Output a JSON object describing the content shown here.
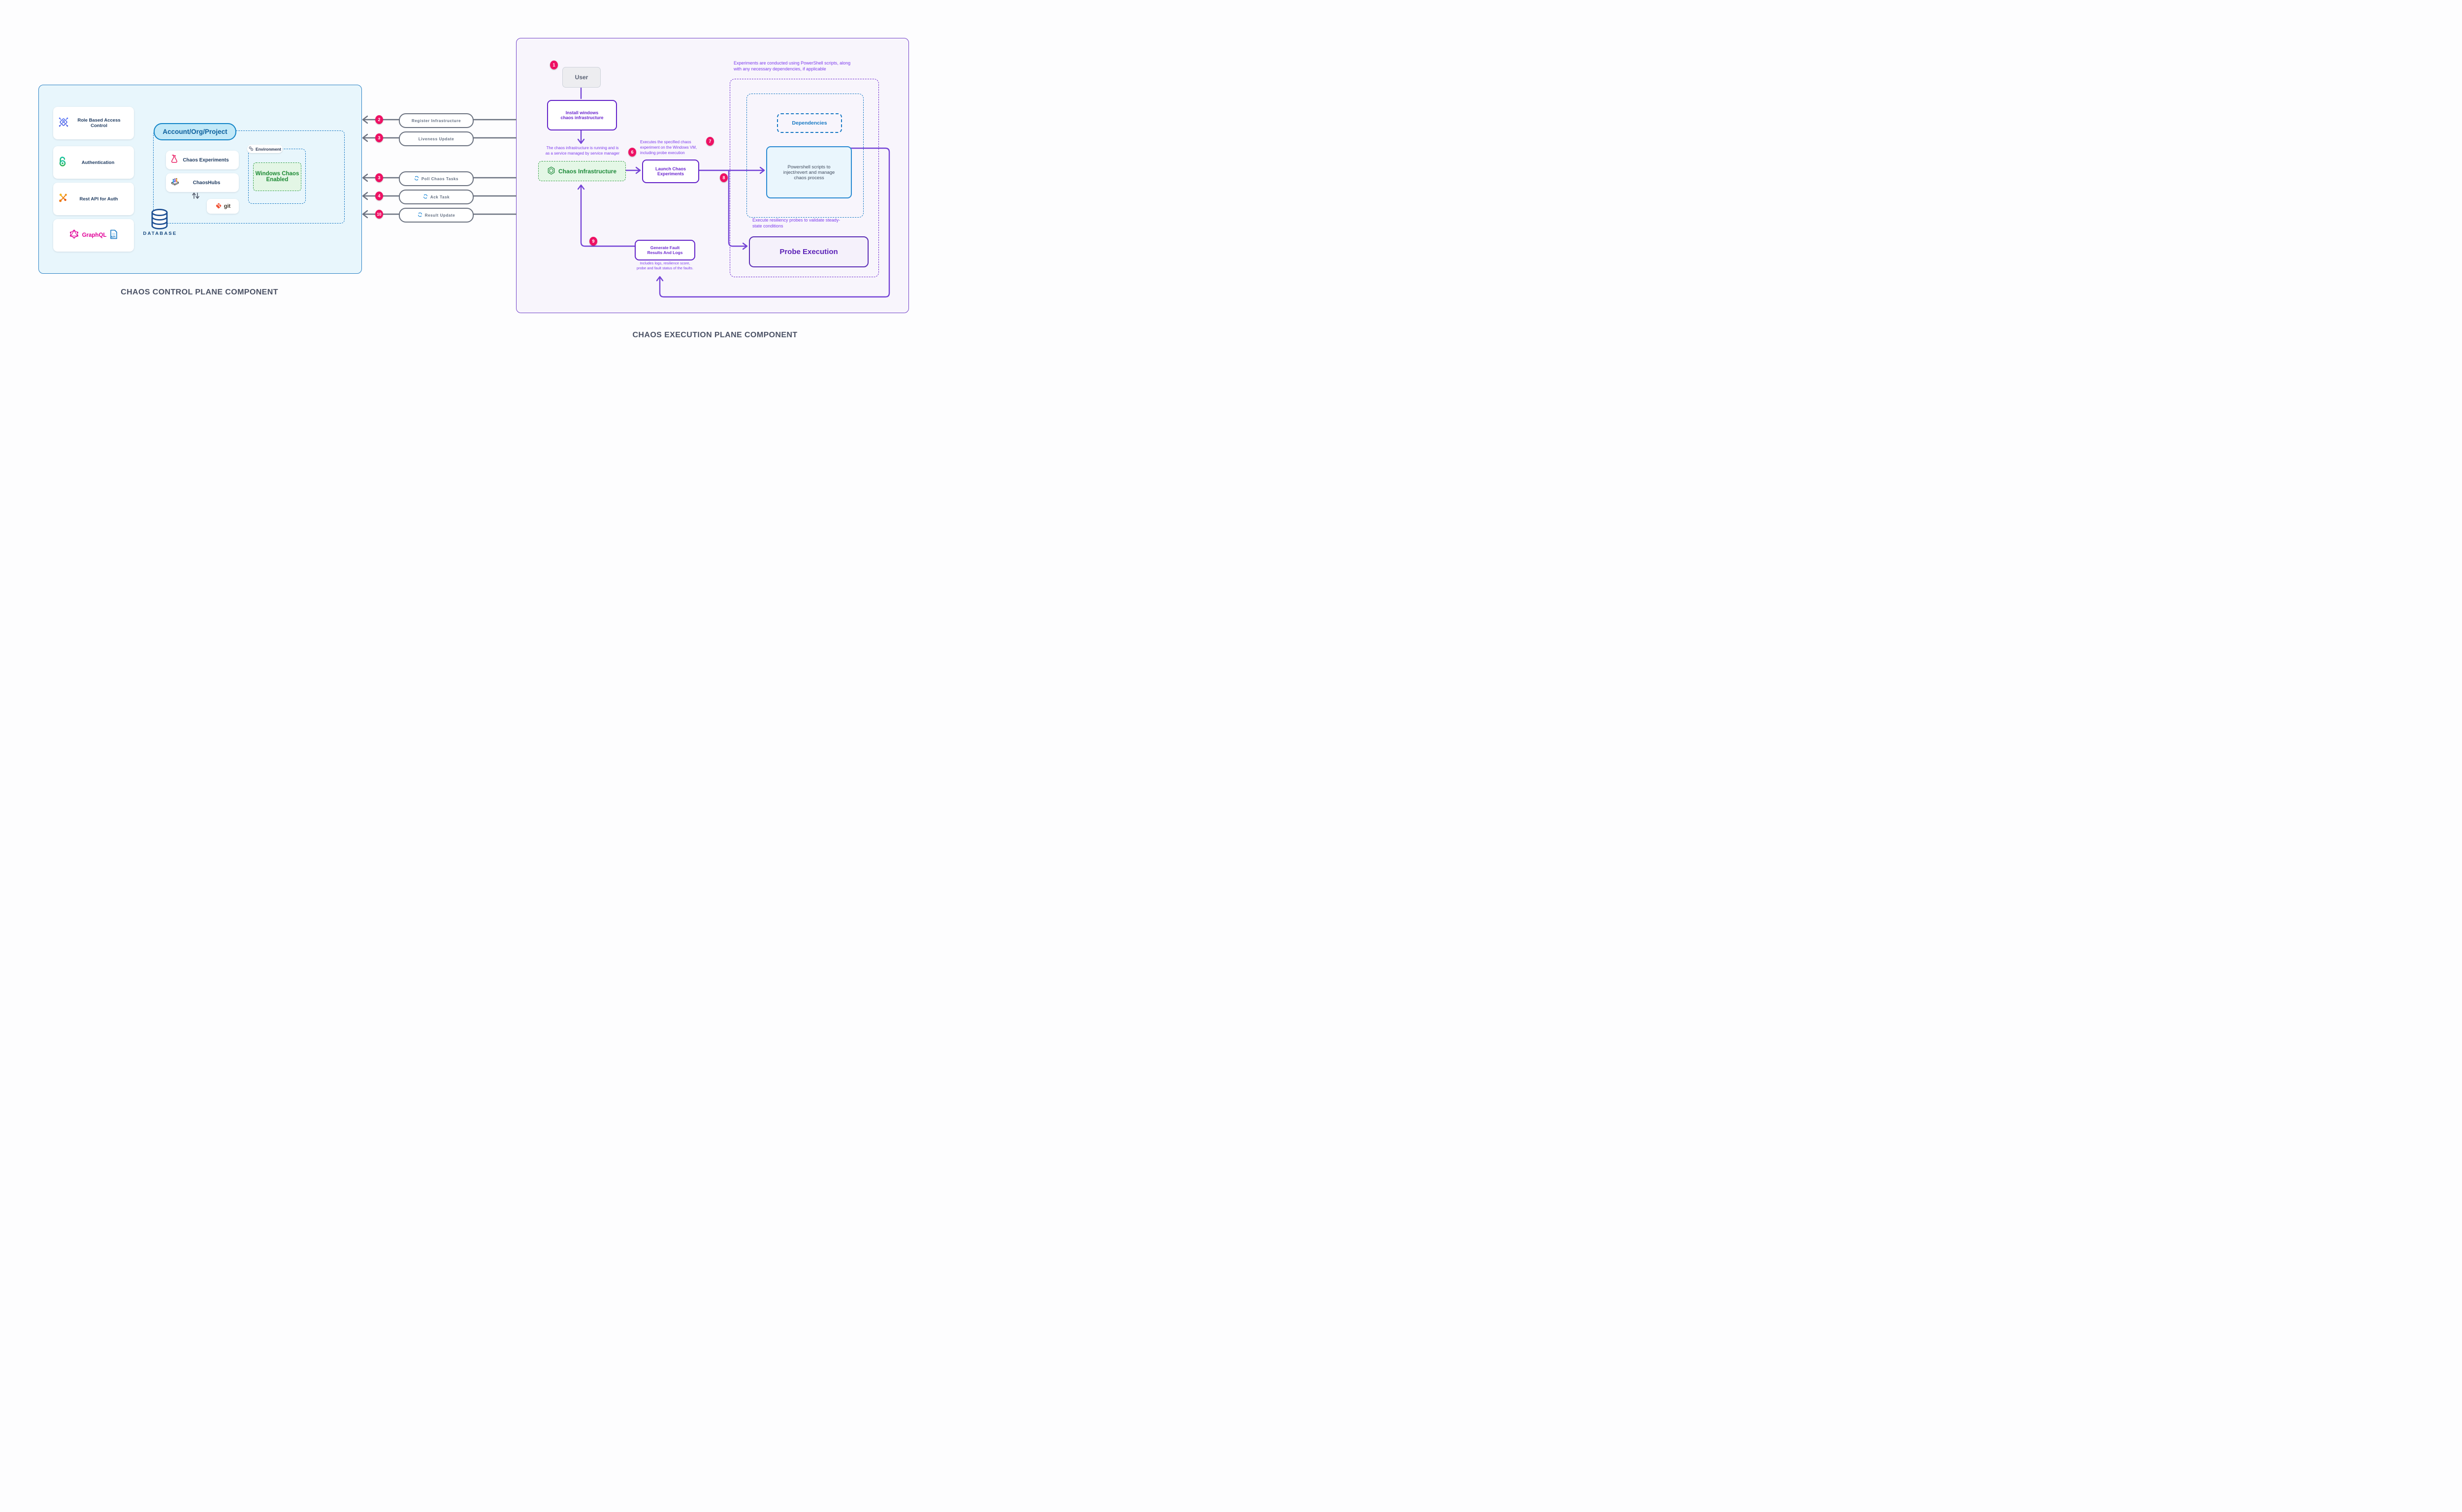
{
  "control_plane": {
    "title": "CHAOS CONTROL PLANE COMPONENT",
    "cards": [
      {
        "label": "Role Based Access Control"
      },
      {
        "label": "Authentication"
      },
      {
        "label": "Rest API for Auth"
      },
      {
        "label": "GraphQL",
        "api_badge": "API"
      }
    ],
    "account_pill": "Account/Org/Project",
    "chaos_experiments": "Chaos Experiments",
    "chaoshubs": "ChaosHubs",
    "git": "git",
    "environment": "Environment",
    "windows_chaos": "Windows Chaos\nEnabled",
    "database": "DATABASE"
  },
  "connectors": [
    {
      "num": "2",
      "label": "Register Infrastructure"
    },
    {
      "num": "3",
      "label": "Liveness Update"
    },
    {
      "num": "3",
      "label": "Poll Chaos Tasks"
    },
    {
      "num": "4",
      "label": "Ack Task"
    },
    {
      "num": "10",
      "label": "Result Update"
    }
  ],
  "execution_plane": {
    "title": "CHAOS EXECUTION PLANE COMPONENT",
    "user": "User",
    "install": "Install windows\nchaos infrastructure",
    "infra_note": "The chaos infrastructure is running and is\nas a service managed by service manager",
    "chaos_infrastructure": "Chaos Infrastructure",
    "launch": "Launch Chaos\nExperiments",
    "launch_note": "Executes the specified chaos\nexperiment on the Windows VM,\nincluding probe execution",
    "top_note": "Experiments are conducted using PowerShell scripts, along\nwith any necessary dependencies, if applicable",
    "dependencies": "Dependencies",
    "powershell": "Powershell scripts to\ninject/revert and manage\nchaos process",
    "probe_note": "Execute resiliency probes to validate steady-\nstate conditions",
    "probe": "Probe Execution",
    "generate": "Generate Fault\nResults And Logs",
    "generate_note": "Includes logs, resilience score,\nprobe and fault status of the faults.",
    "badges": {
      "user": "1",
      "infra": "6",
      "launch": "7",
      "powershell": "8",
      "results": "9"
    }
  },
  "colors": {
    "badge_pink": "#ee1164",
    "purple_accent": "#6d28cf",
    "purple_text": "#7c3aed",
    "slate": "#6b7280",
    "blue": "#1779c4",
    "green": "#1f8b3b",
    "navy": "#1e3a5f",
    "graphql_pink": "#e10098",
    "git_orange": "#f05133",
    "control_panel_bg": "#e8f6fc",
    "execution_panel_bg": "#f8f5fc"
  }
}
